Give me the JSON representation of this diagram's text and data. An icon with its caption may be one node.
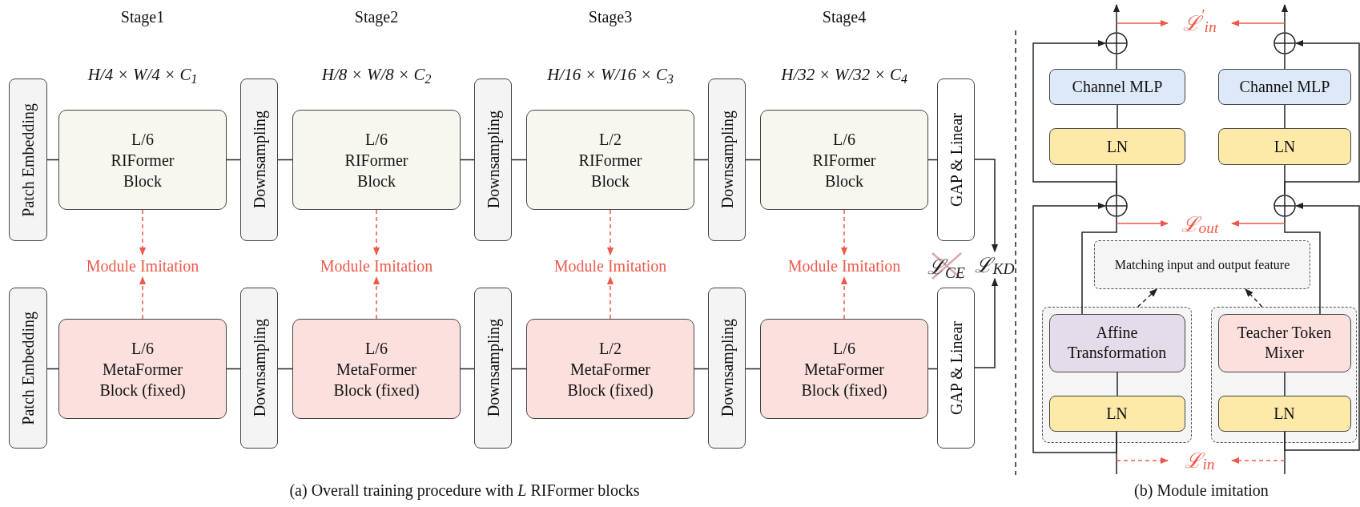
{
  "diagram": {
    "nodes": [
      {
        "text": [
          "Patch Embedding"
        ]
      },
      {
        "text": [
          "L/6",
          "RIFormer Block"
        ]
      },
      {
        "text": [
          "Downsampling"
        ]
      },
      {
        "text": [
          "L/6",
          "RIFormer Block"
        ]
      },
      {
        "text": [
          "Downsampling"
        ]
      },
      {
        "text": [
          "L/2",
          "RIFormer Block"
        ]
      },
      {
        "text": [
          "Downsampling"
        ]
      },
      {
        "text": [
          "L/6",
          "RIFormer Block"
        ]
      },
      {
        "text": [
          "GAP & Linear"
        ]
      },
      {
        "text": [
          "Module Imitation"
        ]
      },
      {
        "text": [
          "Module Imitation"
        ]
      },
      {
        "text": [
          "Module Imitation"
        ]
      },
      {
        "text": [
          "Module Imitation"
        ]
      },
      {
        "text": [
          "Patch Embedding"
        ]
      },
      {
        "text": [
          "L/6",
          "MetaFormer Block (fixed)"
        ]
      },
      {
        "text": [
          "Downsampling"
        ]
      },
      {
        "text": [
          "L/6",
          "MetaFormer Block (fixed)"
        ]
      },
      {
        "text": [
          "Downsampling"
        ]
      },
      {
        "text": [
          "L/2",
          "MetaFormer Block (fixed)"
        ]
      },
      {
        "text": [
          "Downsampling"
        ]
      },
      {
        "text": [
          "L/6",
          "MetaFormer Block (fixed)"
        ]
      },
      {
        "text": [
          "GAP & Linear"
        ]
      },
      {
        "text": [
          "ℒ$_{KD}$"
        ]
      },
      {
        "text": [],
        "shape": "circle"
      },
      {
        "text": [],
        "shape": "circle"
      },
      {
        "text": [
          "Channel MLP"
        ]
      },
      {
        "text": [
          "Channel MLP"
        ]
      },
      {
        "text": [
          "LN"
        ]
      },
      {
        "text": [
          "LN"
        ]
      },
      {
        "text": [],
        "shape": "circle"
      },
      {
        "text": [],
        "shape": "circle"
      },
      {
        "text": [
          "Matching input and output feature"
        ]
      },
      {
        "text": [],
        "shape": "box"
      },
      {
        "text": [
          "Affine Transformation"
        ],
        "in": 32
      },
      {
        "text": [
          "LN"
        ],
        "in": 32
      },
      {
        "text": [],
        "shape": "box"
      },
      {
        "text": [
          "Teacher Token Mixer"
        ],
        "in": 35
      },
      {
        "text": [
          "LN"
        ],
        "in": 35
      },
      {
        "text": [
          "ℒ$^{′}$$_{in}$"
        ]
      },
      {
        "text": [
          "ℒ$_{out}$"
        ]
      },
      {
        "text": [
          "ℒ$_{in}$"
        ]
      }
    ],
    "edges": [
      {
        "from": 0,
        "to": 1,
        "arrow": "none"
      },
      {
        "from": 1,
        "to": 2,
        "arrow": "none"
      },
      {
        "from": 2,
        "to": 3,
        "arrow": "none"
      },
      {
        "from": 3,
        "to": 4,
        "arrow": "none"
      },
      {
        "from": 4,
        "to": 5,
        "arrow": "none"
      },
      {
        "from": 5,
        "to": 6,
        "arrow": "none"
      },
      {
        "from": 6,
        "to": 7,
        "arrow": "none"
      },
      {
        "from": 7,
        "to": 8,
        "arrow": "none"
      },
      {
        "from": 1,
        "to": 9,
        "arrow": "to",
        "style": "dashed",
        "color": "#ee5a4a"
      },
      {
        "from": 3,
        "to": 10,
        "arrow": "to",
        "style": "dashed",
        "color": "#ee5a4a"
      },
      {
        "from": 5,
        "to": 11,
        "arrow": "to",
        "style": "dashed",
        "color": "#ee5a4a"
      },
      {
        "from": 7,
        "to": 12,
        "arrow": "to",
        "style": "dashed",
        "color": "#ee5a4a"
      },
      {
        "from": 13,
        "to": 14,
        "arrow": "none"
      },
      {
        "from": 14,
        "to": 15,
        "arrow": "none"
      },
      {
        "from": 15,
        "to": 16,
        "arrow": "none"
      },
      {
        "from": 16,
        "to": 17,
        "arrow": "none"
      },
      {
        "from": 17,
        "to": 18,
        "arrow": "none"
      },
      {
        "from": 18,
        "to": 19,
        "arrow": "none"
      },
      {
        "from": 19,
        "to": 20,
        "arrow": "none"
      },
      {
        "from": 20,
        "to": 21,
        "arrow": "none"
      },
      {
        "from": 14,
        "to": 9,
        "arrow": "to",
        "style": "dashed",
        "color": "#ee5a4a"
      },
      {
        "from": 16,
        "to": 10,
        "arrow": "to",
        "style": "dashed",
        "color": "#ee5a4a"
      },
      {
        "from": 18,
        "to": 11,
        "arrow": "to",
        "style": "dashed",
        "color": "#ee5a4a"
      },
      {
        "from": 20,
        "to": 12,
        "arrow": "to",
        "style": "dashed",
        "color": "#ee5a4a"
      },
      {
        "from": 8,
        "to": 22,
        "arrow": "to"
      },
      {
        "from": 21,
        "to": 22,
        "arrow": "to"
      },
      {
        "from": null,
        "to": 34,
        "arrow": "none"
      },
      {
        "from": 34,
        "to": 33,
        "arrow": "none"
      },
      {
        "from": 33,
        "to": 29,
        "arrow": "none"
      },
      {
        "from": 34,
        "to": 29,
        "arrow": "to"
      },
      {
        "from": 29,
        "to": 27,
        "arrow": "none"
      },
      {
        "from": 27,
        "to": 25,
        "arrow": "none"
      },
      {
        "from": 25,
        "to": 23,
        "arrow": "none"
      },
      {
        "from": 29,
        "to": 23,
        "arrow": "to"
      },
      {
        "from": 23,
        "to": null,
        "arrow": "to"
      },
      {
        "from": null,
        "to": 37,
        "arrow": "none"
      },
      {
        "from": 37,
        "to": 36,
        "arrow": "none"
      },
      {
        "from": 36,
        "to": 30,
        "arrow": "none"
      },
      {
        "from": 37,
        "to": 30,
        "arrow": "to"
      },
      {
        "from": 30,
        "to": 28,
        "arrow": "none"
      },
      {
        "from": 28,
        "to": 26,
        "arrow": "none"
      },
      {
        "from": 26,
        "to": 24,
        "arrow": "none"
      },
      {
        "from": 30,
        "to": 24,
        "arrow": "to"
      },
      {
        "from": 24,
        "to": null,
        "arrow": "to"
      },
      {
        "from": 23,
        "to": 38,
        "arrow": "to",
        "color": "#ee5a4a"
      },
      {
        "from": 24,
        "to": 38,
        "arrow": "to",
        "color": "#ee5a4a"
      },
      {
        "from": 29,
        "to": 39,
        "arrow": "to",
        "color": "#ee5a4a"
      },
      {
        "from": 30,
        "to": 39,
        "arrow": "to",
        "color": "#ee5a4a"
      },
      {
        "from": null,
        "to": 40,
        "arrow": "to",
        "style": "dashed",
        "color": "#ee5a4a"
      },
      {
        "from": null,
        "to": 40,
        "arrow": "to",
        "style": "dashed",
        "color": "#ee5a4a"
      },
      {
        "from": 32,
        "to": 31,
        "arrow": "to",
        "style": "dashed"
      },
      {
        "from": 35,
        "to": 31,
        "arrow": "to",
        "style": "dashed"
      }
    ],
    "labels": [
      "Stage1",
      "Stage2",
      "Stage3",
      "Stage4",
      "H/4 × W/4 × C$_{1}$",
      "H/8 × W/8 × C$_{2}$",
      "H/16 × W/16 × C$_{3}$",
      "H/32 × W/32 × C$_{4}$",
      "ℒ$_{CE}$",
      "(a) Overall training procedure with *L* RIFormer blocks",
      "(b) Module imitation"
    ]
  }
}
